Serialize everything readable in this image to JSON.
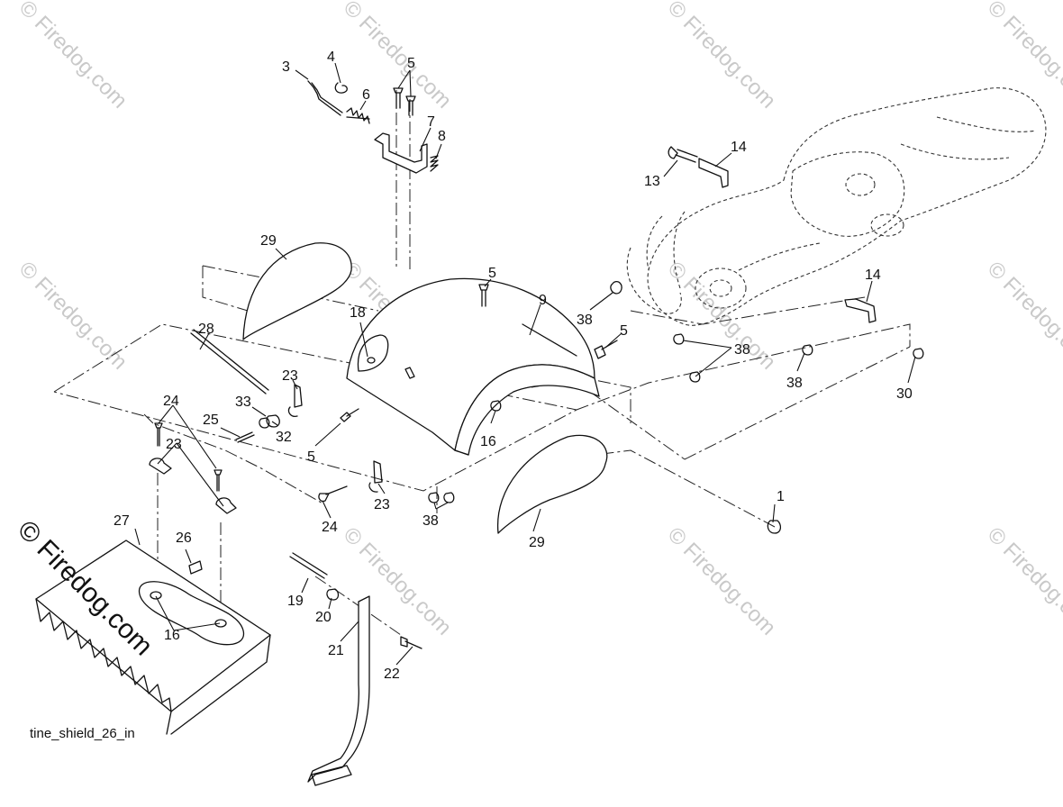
{
  "caption": "tine_shield_26_in",
  "watermark": "© Firedog.com",
  "callouts": [
    {
      "id": "c3",
      "text": "3"
    },
    {
      "id": "c4",
      "text": "4"
    },
    {
      "id": "c5a",
      "text": "5"
    },
    {
      "id": "c6",
      "text": "6"
    },
    {
      "id": "c7",
      "text": "7"
    },
    {
      "id": "c8",
      "text": "8"
    },
    {
      "id": "c13",
      "text": "13"
    },
    {
      "id": "c14a",
      "text": "14"
    },
    {
      "id": "c29a",
      "text": "29"
    },
    {
      "id": "c5b",
      "text": "5"
    },
    {
      "id": "c9",
      "text": "9"
    },
    {
      "id": "c18",
      "text": "18"
    },
    {
      "id": "c38a",
      "text": "38"
    },
    {
      "id": "c5c",
      "text": "5"
    },
    {
      "id": "c14b",
      "text": "14"
    },
    {
      "id": "c38b",
      "text": "38"
    },
    {
      "id": "c38c",
      "text": "38"
    },
    {
      "id": "c30",
      "text": "30"
    },
    {
      "id": "c28",
      "text": "28"
    },
    {
      "id": "c23a",
      "text": "23"
    },
    {
      "id": "c24a",
      "text": "24"
    },
    {
      "id": "c33",
      "text": "33"
    },
    {
      "id": "c25",
      "text": "25"
    },
    {
      "id": "c32",
      "text": "32"
    },
    {
      "id": "c16a",
      "text": "16"
    },
    {
      "id": "c5d",
      "text": "5"
    },
    {
      "id": "c23b",
      "text": "23"
    },
    {
      "id": "c23c",
      "text": "23"
    },
    {
      "id": "c24b",
      "text": "24"
    },
    {
      "id": "c38d",
      "text": "38"
    },
    {
      "id": "c29b",
      "text": "29"
    },
    {
      "id": "c1",
      "text": "1"
    },
    {
      "id": "c27",
      "text": "27"
    },
    {
      "id": "c26",
      "text": "26"
    },
    {
      "id": "c19",
      "text": "19"
    },
    {
      "id": "c20",
      "text": "20"
    },
    {
      "id": "c16b",
      "text": "16"
    },
    {
      "id": "c21",
      "text": "21"
    },
    {
      "id": "c22",
      "text": "22"
    }
  ]
}
